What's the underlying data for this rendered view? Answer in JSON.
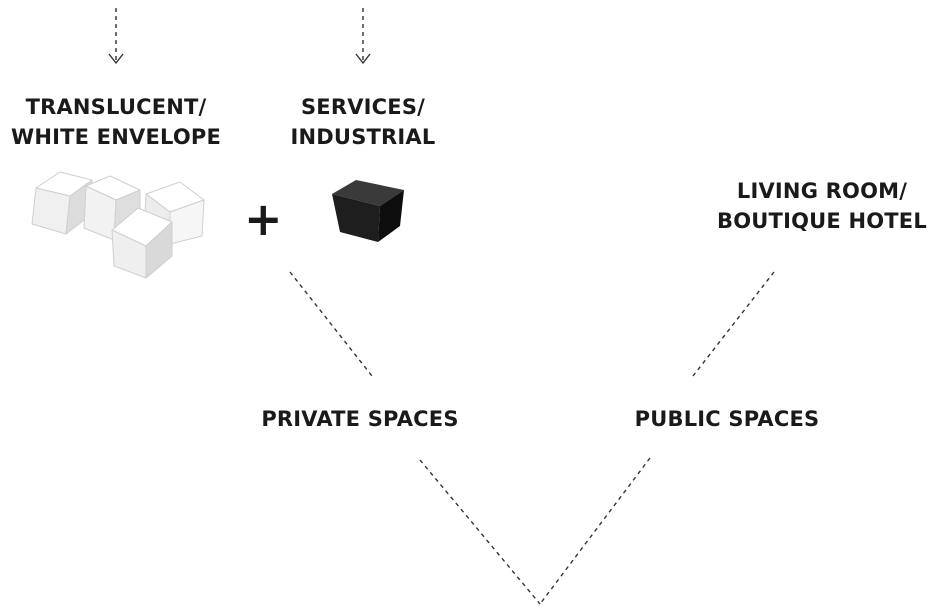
{
  "labels": {
    "translucent_line1": "TRANSLUCENT/",
    "translucent_line2": "WHITE ENVELOPE",
    "services_line1": "SERVICES/",
    "services_line2": "INDUSTRIAL",
    "living_line1": "LIVING ROOM/",
    "living_line2": "BOUTIQUE HOTEL",
    "private": "PRIVATE SPACES",
    "public": "PUBLIC SPACES",
    "plus": "+"
  },
  "icons": {
    "white_cubes": "white-cube-cluster-icon",
    "black_cube": "black-cube-icon",
    "arrows": "dashed-down-arrow-icon"
  },
  "colors": {
    "text": "#1a1a1a",
    "lines": "#333333",
    "white_cube_face": "#f4f4f4",
    "black_cube_face": "#1e1e1e"
  }
}
